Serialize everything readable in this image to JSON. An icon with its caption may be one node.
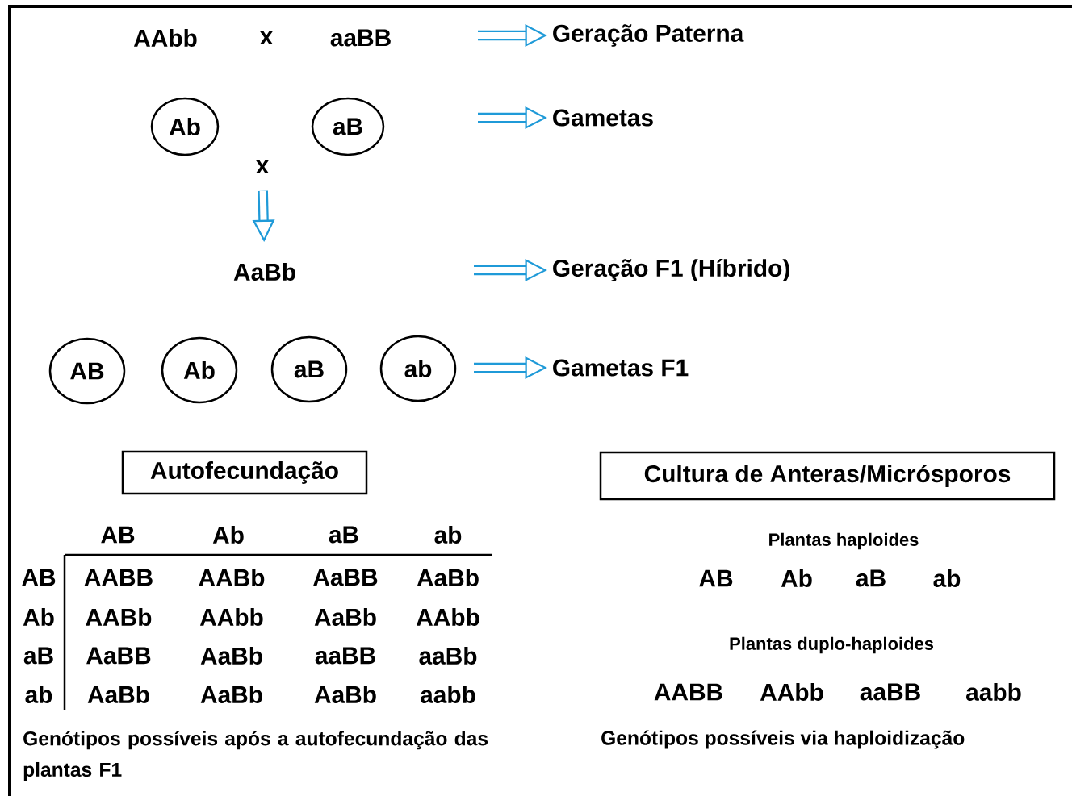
{
  "diagram": {
    "nodes": [
      {
        "text": [
          "AAbb"
        ]
      },
      {
        "text": [
          "aaBB"
        ]
      },
      {
        "text": [
          "Geração Paterna"
        ]
      },
      {
        "text": [
          "Ab"
        ]
      },
      {
        "text": [
          "aB"
        ]
      },
      {
        "text": [
          "Gametas"
        ]
      },
      {
        "text": [
          "x"
        ]
      },
      {
        "text": [
          "AaBb"
        ]
      },
      {
        "text": [
          "Geração F1 (Híbrido)"
        ]
      },
      {
        "text": [
          "AB"
        ]
      },
      {
        "text": [
          "Ab"
        ]
      },
      {
        "text": [
          "aB"
        ]
      },
      {
        "text": [
          "ab"
        ]
      },
      {
        "text": [
          "Gametas F1"
        ]
      },
      {
        "text": [
          "Autofecundação"
        ]
      },
      {
        "text": [
          "Cultura de Anteras/Micrósporos"
        ]
      }
    ],
    "edges": [
      {
        "from": null,
        "to": 2,
        "arrow": "to"
      },
      {
        "from": null,
        "to": 5,
        "arrow": "to"
      },
      {
        "from": 6,
        "to": 7,
        "arrow": "to"
      },
      {
        "from": null,
        "to": 8,
        "arrow": "to"
      },
      {
        "from": null,
        "to": 13,
        "arrow": "to"
      }
    ],
    "labels": [
      "x",
      "AB",
      "Ab",
      "aB",
      "ab",
      "AB",
      "AABB",
      "AABb",
      "AaBB",
      "AaBb",
      "Ab",
      "AABb",
      "AAbb",
      "AaBb",
      "AAbb",
      "aB",
      "AaBB",
      "AaBb",
      "aaBB",
      "aaBb",
      "ab",
      "AaBb",
      "AaBb",
      "AaBb",
      "aabb",
      "Genótipos possíveis após a autofecundação das plantas F1",
      "Plantas haploides",
      "AB",
      "Ab",
      "aB",
      "ab",
      "Plantas duplo-haploides",
      "AABB",
      "AAbb",
      "aaBB",
      "aabb",
      "Genótipos possíveis via haploidização"
    ]
  }
}
